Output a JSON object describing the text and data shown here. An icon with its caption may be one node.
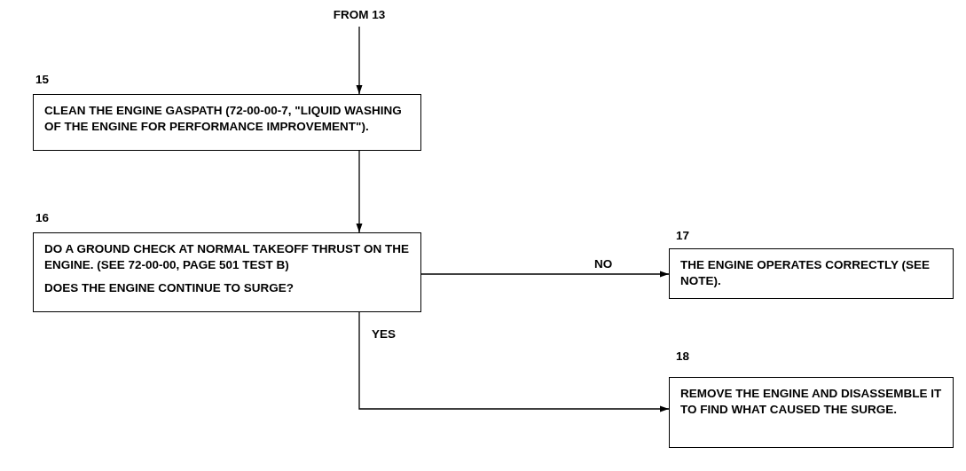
{
  "diagram": {
    "nodes": [
      {
        "text": [
          "FROM 13"
        ]
      },
      {
        "text": [
          "CLEAN THE ENGINE GASPATH (72-00-00-7, \"LIQUID WASHING OF THE ENGINE FOR PERFORMANCE IMPROVEMENT\")."
        ],
        "beside": [
          "15"
        ]
      },
      {
        "text": [
          "DO A GROUND CHECK AT NORMAL TAKEOFF THRUST ON THE ENGINE. (SEE 72-00-00, PAGE 501 TEST B)",
          "DOES THE ENGINE CONTINUE TO SURGE?"
        ],
        "beside": [
          "16"
        ]
      },
      {
        "text": [
          "THE ENGINE OPERATES CORRECTLY (SEE NOTE)."
        ],
        "beside": [
          "17"
        ]
      },
      {
        "text": [
          "REMOVE THE ENGINE AND DISASSEMBLE IT TO FIND WHAT CAUSED THE SURGE."
        ],
        "beside": [
          "18"
        ]
      }
    ],
    "edges": [
      {
        "from": 0,
        "to": 1,
        "arrow": "to"
      },
      {
        "from": 1,
        "to": 2,
        "arrow": "to"
      },
      {
        "from": 2,
        "to": 3,
        "arrow": "to",
        "label": "NO"
      },
      {
        "from": 2,
        "to": 4,
        "arrow": "to",
        "label": "YES"
      }
    ]
  }
}
